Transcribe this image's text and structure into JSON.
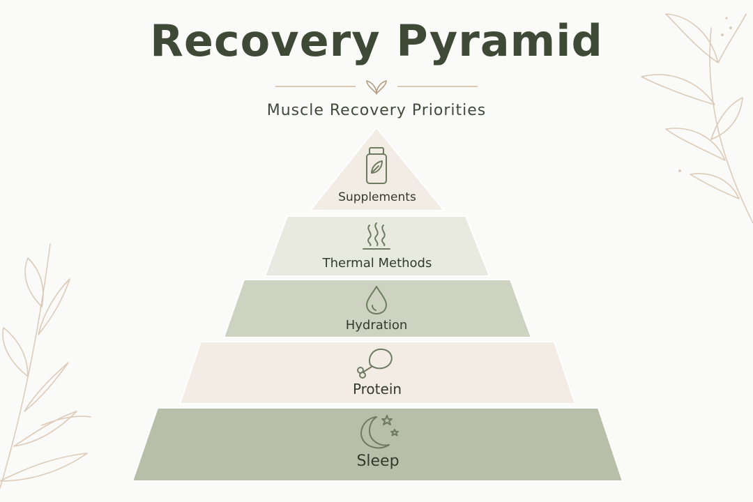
{
  "title": "Recovery Pyramid",
  "subtitle": "Muscle Recovery Priorities",
  "tiers": [
    {
      "label": "Supplements",
      "icon": "supplement-jar-icon",
      "color": "#f1ece4"
    },
    {
      "label": "Thermal Methods",
      "icon": "heat-waves-icon",
      "color": "#e8eadf"
    },
    {
      "label": "Hydration",
      "icon": "water-drop-icon",
      "color": "#cdd2c1"
    },
    {
      "label": "Protein",
      "icon": "drumstick-icon",
      "color": "#f3ece4"
    },
    {
      "label": "Sleep",
      "icon": "moon-stars-icon",
      "color": "#b7bfa8"
    }
  ],
  "colors": {
    "title": "#3e4a36",
    "icon_stroke": "#6e7a60",
    "decor_leaf": "#dccbb8",
    "background": "#fafaf8"
  }
}
